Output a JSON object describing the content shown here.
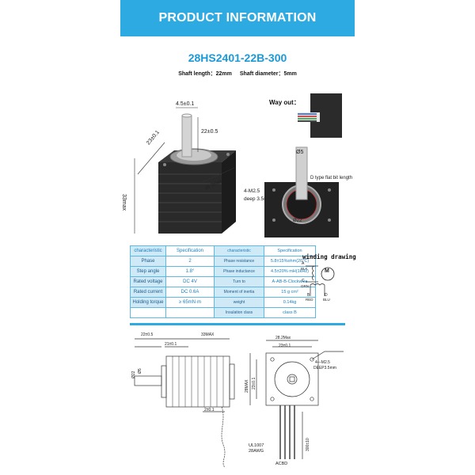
{
  "banner": {
    "title": "PRODUCT INFORMATION"
  },
  "model": "28HS2401-22B-300",
  "shaft": {
    "length": "Shaft length：22mm",
    "diameter": "Shaft diameter：5mm"
  },
  "photo_dims": {
    "shaft_dia": "4.5±0.1",
    "shaft_len": "22±0.5",
    "flange": "23±0.1",
    "body_len": "33max",
    "body_width": "28.2max"
  },
  "way_out": "Way out：",
  "front_dims": {
    "phi": "Ø5",
    "flat": "D type flat bit length",
    "flat_len": "21±0.1",
    "holes": "4-M2.5",
    "depth": "deep 3.5mm",
    "circle": "Ø22"
  },
  "winding": {
    "title": "winding drawing",
    "labels": [
      "A",
      "BLK",
      "C",
      "GRN",
      "B",
      "RED",
      "D",
      "BLU",
      "M"
    ]
  },
  "spec_table": {
    "headers": [
      "characteristic",
      "Specification",
      "characteristic",
      "Specification"
    ],
    "rows": [
      [
        "Phase",
        "2",
        "Phase resistance",
        "5.8±15%ohm(20℃)"
      ],
      [
        "Step angle",
        "1.8°",
        "Phase inductance",
        "4.5±20% mH(1kHz)"
      ],
      [
        "Rated voltage",
        "DC  4V",
        "Turn to",
        "A-AB-B-Clockwise"
      ],
      [
        "Rated current",
        "DC  0.6A",
        "Moment of inertia",
        "15 g cm²"
      ],
      [
        "Holding torque",
        "≥ 65mN·m",
        "weight",
        "0.14kg"
      ],
      [
        "",
        "",
        "Insulation class",
        "class B"
      ]
    ]
  },
  "drawing": {
    "side": [
      "22±0.5",
      "33MAX",
      "21±0.1",
      "Ø22",
      "Ø5",
      "2±0.1"
    ],
    "front": [
      "28.2Max",
      "23±0.1",
      "4—M2.5",
      "DEEP3.5mm",
      "23±0.1",
      "28MAX",
      "300±10",
      "UL1007",
      "28AWG",
      "ACBD"
    ]
  },
  "colors": {
    "accent": "#2eaae2",
    "table_border": "#5fb7e3",
    "table_label_bg": "#cfe9f7"
  }
}
